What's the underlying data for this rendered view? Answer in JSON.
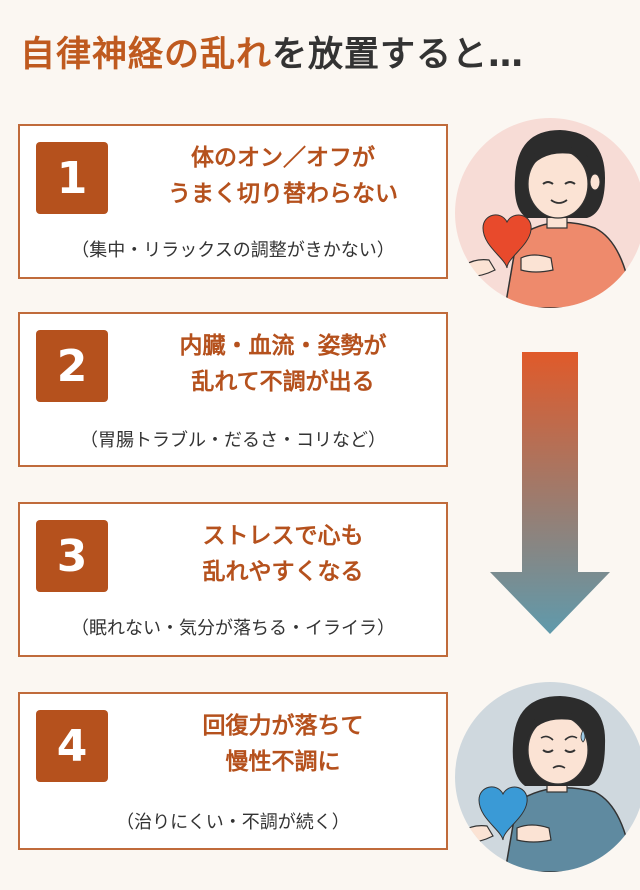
{
  "title": {
    "accent": "自律神経の乱れ",
    "rest": "を放置すると…"
  },
  "cards": [
    {
      "number": "1",
      "line1": "体のオン／オフが",
      "line2": "うまく切り替わらない",
      "note": "（集中・リラックスの調整がきかない）"
    },
    {
      "number": "2",
      "line1": "内臓・血流・姿勢が",
      "line2": "乱れて不調が出る",
      "note": "（胃腸トラブル・だるさ・コリなど）"
    },
    {
      "number": "3",
      "line1": "ストレスで心も",
      "line2": "乱れやすくなる",
      "note": "（眠れない・気分が落ちる・イライラ）"
    },
    {
      "number": "4",
      "line1": "回復力が落ちて",
      "line2": "慢性不調に",
      "note": "（治りにくい・不調が続く）"
    }
  ],
  "colors": {
    "accent": "#b5511d",
    "border": "#c06b3b",
    "arrow_top": "#e05a2a",
    "arrow_bottom": "#5f9aac",
    "heart_red": "#e84a2c",
    "heart_blue": "#3a9ad6"
  },
  "icons": {
    "happy": "woman-holding-red-heart",
    "sad": "woman-holding-blue-heart",
    "arrow": "down-arrow-gradient"
  }
}
